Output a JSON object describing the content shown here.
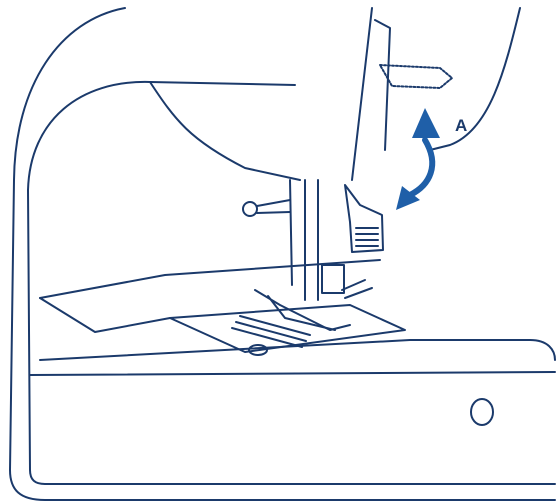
{
  "diagram": {
    "subject": "sewing-machine-presser-foot-lever",
    "callouts": [
      {
        "id": "A",
        "label": "A"
      }
    ],
    "colors": {
      "line": "#1b3a6b",
      "arrow": "#1f5fa8",
      "background": "#ffffff"
    }
  }
}
